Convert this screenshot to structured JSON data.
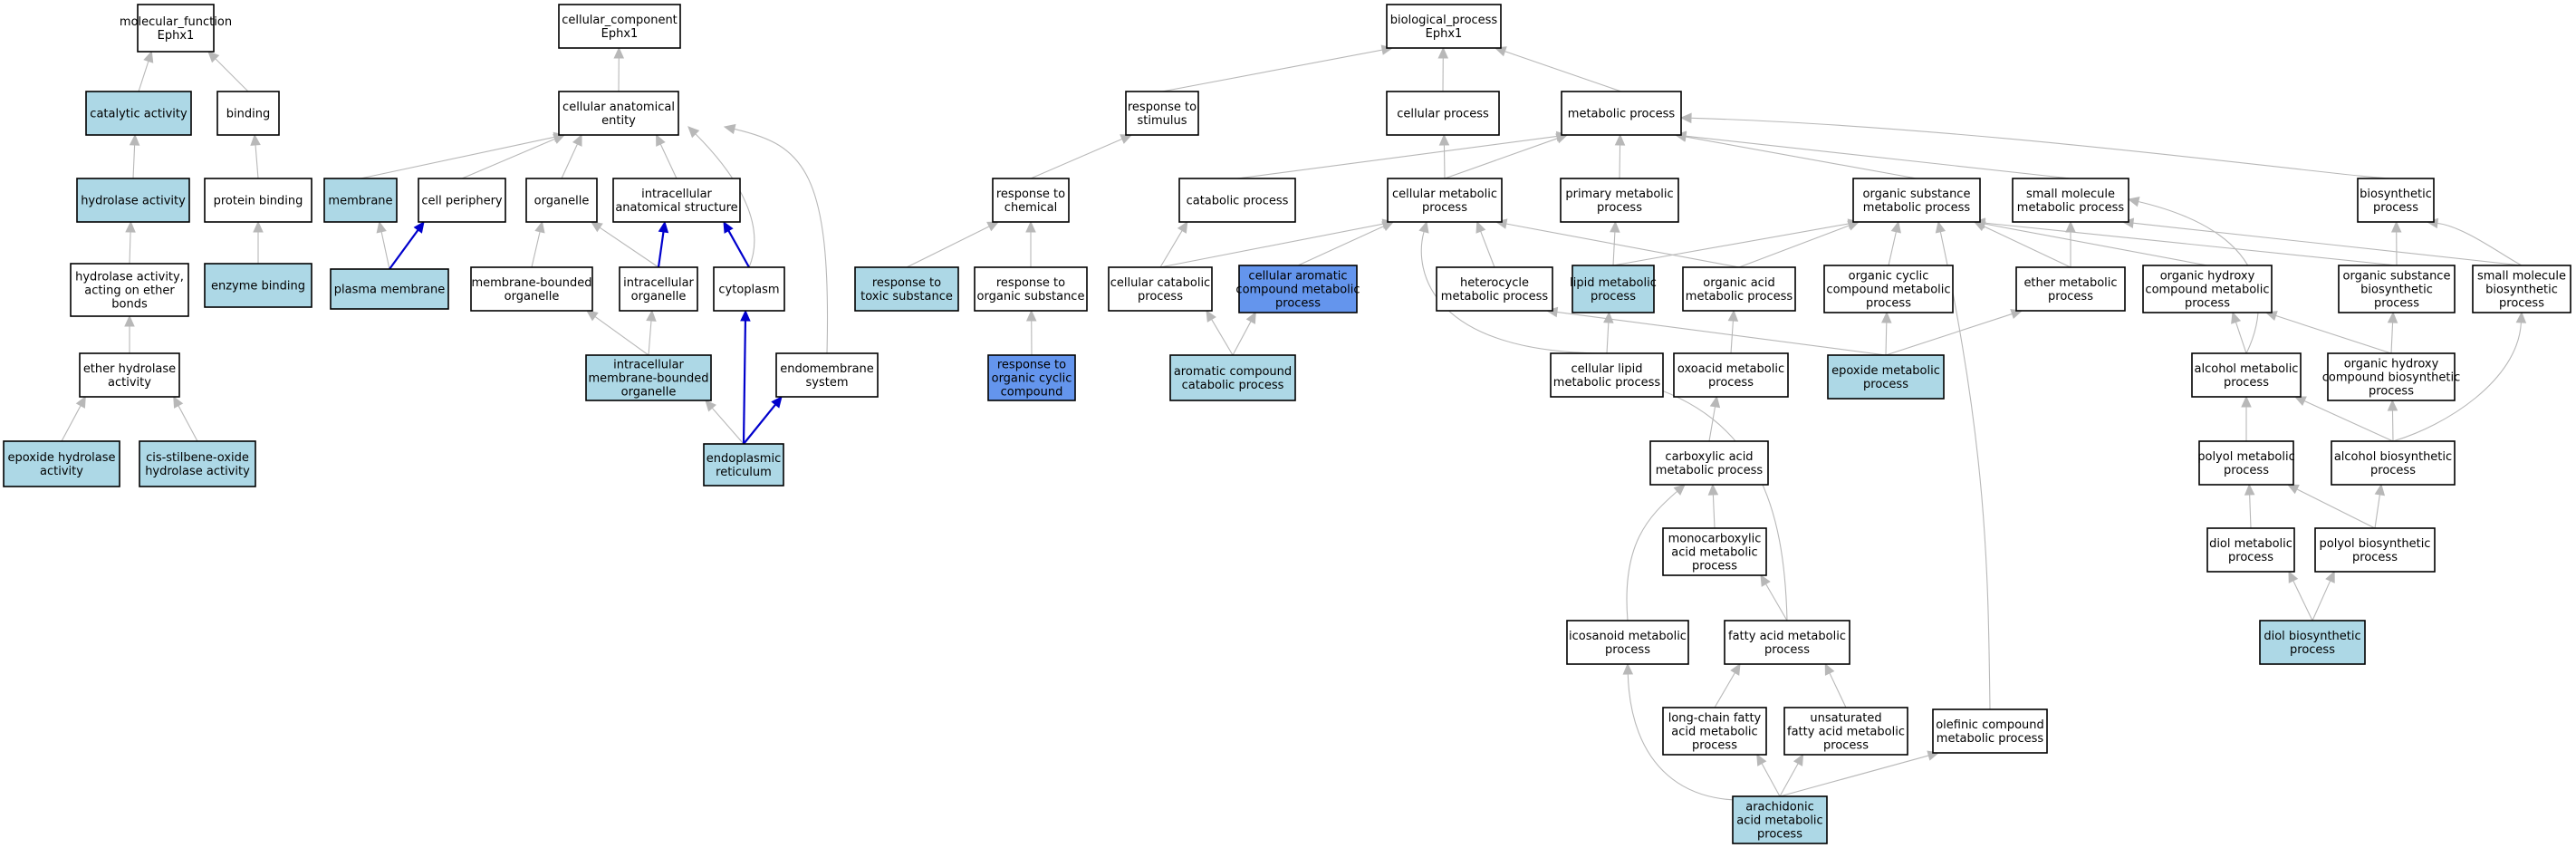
{
  "title": "",
  "colors": {
    "default": "#ffffff",
    "annotated": "#add8e6",
    "highlight": "#6495ed",
    "edge_gray": "#b8b8b8",
    "edge_blue": "#0000cc"
  },
  "nodes": [
    {
      "id": "mf",
      "lines": [
        "molecular_function",
        "Ephx1"
      ],
      "fill": "default"
    },
    {
      "id": "catalytic",
      "lines": [
        "catalytic activity"
      ],
      "fill": "annotated"
    },
    {
      "id": "binding",
      "lines": [
        "binding"
      ],
      "fill": "default"
    },
    {
      "id": "hydrolase",
      "lines": [
        "hydrolase activity"
      ],
      "fill": "annotated"
    },
    {
      "id": "protbind",
      "lines": [
        "protein binding"
      ],
      "fill": "default"
    },
    {
      "id": "hydroether",
      "lines": [
        "hydrolase activity,",
        "acting on ether",
        "bonds"
      ],
      "fill": "default"
    },
    {
      "id": "enzbind",
      "lines": [
        "enzyme binding"
      ],
      "fill": "annotated"
    },
    {
      "id": "etherhyd",
      "lines": [
        "ether hydrolase",
        "activity"
      ],
      "fill": "default"
    },
    {
      "id": "epoxhyd",
      "lines": [
        "epoxide hydrolase",
        "activity"
      ],
      "fill": "annotated"
    },
    {
      "id": "cisstil",
      "lines": [
        "cis-stilbene-oxide",
        "hydrolase activity"
      ],
      "fill": "annotated"
    },
    {
      "id": "cc",
      "lines": [
        "cellular_component",
        "Ephx1"
      ],
      "fill": "default"
    },
    {
      "id": "cae",
      "lines": [
        "cellular anatomical",
        "entity"
      ],
      "fill": "default"
    },
    {
      "id": "membrane",
      "lines": [
        "membrane"
      ],
      "fill": "annotated"
    },
    {
      "id": "cellper",
      "lines": [
        "cell periphery"
      ],
      "fill": "default"
    },
    {
      "id": "organelle",
      "lines": [
        "organelle"
      ],
      "fill": "default"
    },
    {
      "id": "ias",
      "lines": [
        "intracellular",
        "anatomical structure"
      ],
      "fill": "default"
    },
    {
      "id": "plasmamem",
      "lines": [
        "plasma membrane"
      ],
      "fill": "annotated"
    },
    {
      "id": "mbo",
      "lines": [
        "membrane-bounded",
        "organelle"
      ],
      "fill": "default"
    },
    {
      "id": "intorg",
      "lines": [
        "intracellular",
        "organelle"
      ],
      "fill": "default"
    },
    {
      "id": "cytoplasm",
      "lines": [
        "cytoplasm"
      ],
      "fill": "default"
    },
    {
      "id": "imbo",
      "lines": [
        "intracellular",
        "membrane-bounded",
        "organelle"
      ],
      "fill": "annotated"
    },
    {
      "id": "endomem",
      "lines": [
        "endomembrane",
        "system"
      ],
      "fill": "default"
    },
    {
      "id": "er",
      "lines": [
        "endoplasmic",
        "reticulum"
      ],
      "fill": "annotated"
    },
    {
      "id": "bp",
      "lines": [
        "biological_process",
        "Ephx1"
      ],
      "fill": "default"
    },
    {
      "id": "respstim",
      "lines": [
        "response to",
        "stimulus"
      ],
      "fill": "default"
    },
    {
      "id": "cellproc",
      "lines": [
        "cellular process"
      ],
      "fill": "default"
    },
    {
      "id": "metab",
      "lines": [
        "metabolic process"
      ],
      "fill": "default"
    },
    {
      "id": "respchem",
      "lines": [
        "response to",
        "chemical"
      ],
      "fill": "default"
    },
    {
      "id": "catab",
      "lines": [
        "catabolic process"
      ],
      "fill": "default"
    },
    {
      "id": "cellmetab",
      "lines": [
        "cellular metabolic",
        "process"
      ],
      "fill": "default"
    },
    {
      "id": "primmetab",
      "lines": [
        "primary metabolic",
        "process"
      ],
      "fill": "default"
    },
    {
      "id": "orgsub",
      "lines": [
        "organic substance",
        "metabolic process"
      ],
      "fill": "default"
    },
    {
      "id": "smallmol",
      "lines": [
        "small molecule",
        "metabolic process"
      ],
      "fill": "default"
    },
    {
      "id": "biosyn",
      "lines": [
        "biosynthetic",
        "process"
      ],
      "fill": "default"
    },
    {
      "id": "resptox",
      "lines": [
        "response to",
        "toxic substance"
      ],
      "fill": "annotated"
    },
    {
      "id": "resporg",
      "lines": [
        "response to",
        "organic substance"
      ],
      "fill": "default"
    },
    {
      "id": "cellcatab",
      "lines": [
        "cellular catabolic",
        "process"
      ],
      "fill": "default"
    },
    {
      "id": "cellarom",
      "lines": [
        "cellular aromatic",
        "compound metabolic",
        "process"
      ],
      "fill": "highlight"
    },
    {
      "id": "hetero",
      "lines": [
        "heterocycle",
        "metabolic process"
      ],
      "fill": "default"
    },
    {
      "id": "lipid",
      "lines": [
        "lipid metabolic",
        "process"
      ],
      "fill": "annotated"
    },
    {
      "id": "orgacid",
      "lines": [
        "organic acid",
        "metabolic process"
      ],
      "fill": "default"
    },
    {
      "id": "orgcyc",
      "lines": [
        "organic cyclic",
        "compound metabolic",
        "process"
      ],
      "fill": "default"
    },
    {
      "id": "ethermetab",
      "lines": [
        "ether metabolic",
        "process"
      ],
      "fill": "default"
    },
    {
      "id": "orghydroxy",
      "lines": [
        "organic hydroxy",
        "compound metabolic",
        "process"
      ],
      "fill": "default"
    },
    {
      "id": "orgsubbio",
      "lines": [
        "organic substance",
        "biosynthetic",
        "process"
      ],
      "fill": "default"
    },
    {
      "id": "smallmolbio",
      "lines": [
        "small molecule",
        "biosynthetic",
        "process"
      ],
      "fill": "default"
    },
    {
      "id": "resporgcyc",
      "lines": [
        "response to",
        "organic cyclic",
        "compound"
      ],
      "fill": "highlight"
    },
    {
      "id": "aromcat",
      "lines": [
        "aromatic compound",
        "catabolic process"
      ],
      "fill": "annotated"
    },
    {
      "id": "celllipid",
      "lines": [
        "cellular lipid",
        "metabolic process"
      ],
      "fill": "default"
    },
    {
      "id": "oxoacid",
      "lines": [
        "oxoacid metabolic",
        "process"
      ],
      "fill": "default"
    },
    {
      "id": "epoxide",
      "lines": [
        "epoxide metabolic",
        "process"
      ],
      "fill": "annotated"
    },
    {
      "id": "alcohol",
      "lines": [
        "alcohol metabolic",
        "process"
      ],
      "fill": "default"
    },
    {
      "id": "orghydbio",
      "lines": [
        "organic hydroxy",
        "compound biosynthetic",
        "process"
      ],
      "fill": "default"
    },
    {
      "id": "carbox",
      "lines": [
        "carboxylic acid",
        "metabolic process"
      ],
      "fill": "default"
    },
    {
      "id": "polyol",
      "lines": [
        "polyol metabolic",
        "process"
      ],
      "fill": "default"
    },
    {
      "id": "alcbio",
      "lines": [
        "alcohol biosynthetic",
        "process"
      ],
      "fill": "default"
    },
    {
      "id": "monocarb",
      "lines": [
        "monocarboxylic",
        "acid metabolic",
        "process"
      ],
      "fill": "default"
    },
    {
      "id": "diol",
      "lines": [
        "diol metabolic",
        "process"
      ],
      "fill": "default"
    },
    {
      "id": "polyolbio",
      "lines": [
        "polyol biosynthetic",
        "process"
      ],
      "fill": "default"
    },
    {
      "id": "icosanoid",
      "lines": [
        "icosanoid metabolic",
        "process"
      ],
      "fill": "default"
    },
    {
      "id": "fatty",
      "lines": [
        "fatty acid metabolic",
        "process"
      ],
      "fill": "default"
    },
    {
      "id": "diolbio",
      "lines": [
        "diol biosynthetic",
        "process"
      ],
      "fill": "annotated"
    },
    {
      "id": "longchain",
      "lines": [
        "long-chain fatty",
        "acid metabolic",
        "process"
      ],
      "fill": "default"
    },
    {
      "id": "unsat",
      "lines": [
        "unsaturated",
        "fatty acid metabolic",
        "process"
      ],
      "fill": "default"
    },
    {
      "id": "olefinic",
      "lines": [
        "olefinic compound",
        "metabolic process"
      ],
      "fill": "default"
    },
    {
      "id": "arach",
      "lines": [
        "arachidonic",
        "acid metabolic",
        "process"
      ],
      "fill": "annotated"
    }
  ],
  "edges": [
    {
      "from": "catalytic",
      "to": "mf"
    },
    {
      "from": "binding",
      "to": "mf"
    },
    {
      "from": "hydrolase",
      "to": "catalytic"
    },
    {
      "from": "protbind",
      "to": "binding"
    },
    {
      "from": "hydroether",
      "to": "hydrolase"
    },
    {
      "from": "enzbind",
      "to": "protbind"
    },
    {
      "from": "etherhyd",
      "to": "hydroether"
    },
    {
      "from": "epoxhyd",
      "to": "etherhyd"
    },
    {
      "from": "cisstil",
      "to": "etherhyd"
    },
    {
      "from": "cae",
      "to": "cc"
    },
    {
      "from": "membrane",
      "to": "cae"
    },
    {
      "from": "cellper",
      "to": "cae"
    },
    {
      "from": "organelle",
      "to": "cae"
    },
    {
      "from": "ias",
      "to": "cae"
    },
    {
      "from": "cytoplasm",
      "to": "cae"
    },
    {
      "from": "endomem",
      "to": "cae"
    },
    {
      "from": "plasmamem",
      "to": "membrane"
    },
    {
      "from": "plasmamem",
      "to": "cellper",
      "color": "blue"
    },
    {
      "from": "mbo",
      "to": "organelle"
    },
    {
      "from": "intorg",
      "to": "organelle"
    },
    {
      "from": "intorg",
      "to": "ias",
      "color": "blue"
    },
    {
      "from": "cytoplasm",
      "to": "ias",
      "color": "blue"
    },
    {
      "from": "imbo",
      "to": "mbo"
    },
    {
      "from": "imbo",
      "to": "intorg"
    },
    {
      "from": "er",
      "to": "imbo"
    },
    {
      "from": "er",
      "to": "cytoplasm",
      "color": "blue"
    },
    {
      "from": "er",
      "to": "endomem",
      "color": "blue"
    },
    {
      "from": "respstim",
      "to": "bp"
    },
    {
      "from": "cellproc",
      "to": "bp"
    },
    {
      "from": "metab",
      "to": "bp"
    },
    {
      "from": "respchem",
      "to": "respstim"
    },
    {
      "from": "catab",
      "to": "metab"
    },
    {
      "from": "cellmetab",
      "to": "cellproc"
    },
    {
      "from": "cellmetab",
      "to": "metab"
    },
    {
      "from": "primmetab",
      "to": "metab"
    },
    {
      "from": "orgsub",
      "to": "metab"
    },
    {
      "from": "smallmol",
      "to": "metab"
    },
    {
      "from": "biosyn",
      "to": "metab"
    },
    {
      "from": "resptox",
      "to": "respchem"
    },
    {
      "from": "resporg",
      "to": "respchem"
    },
    {
      "from": "resporgcyc",
      "to": "resporg"
    },
    {
      "from": "cellcatab",
      "to": "catab"
    },
    {
      "from": "cellcatab",
      "to": "cellmetab"
    },
    {
      "from": "cellarom",
      "to": "cellmetab"
    },
    {
      "from": "hetero",
      "to": "cellmetab"
    },
    {
      "from": "lipid",
      "to": "primmetab"
    },
    {
      "from": "lipid",
      "to": "orgsub"
    },
    {
      "from": "orgacid",
      "to": "orgsub"
    },
    {
      "from": "orgacid",
      "to": "cellmetab"
    },
    {
      "from": "orgcyc",
      "to": "orgsub"
    },
    {
      "from": "ethermetab",
      "to": "orgsub"
    },
    {
      "from": "ethermetab",
      "to": "smallmol"
    },
    {
      "from": "orghydroxy",
      "to": "orgsub"
    },
    {
      "from": "orgsubbio",
      "to": "orgsub"
    },
    {
      "from": "orgsubbio",
      "to": "biosyn"
    },
    {
      "from": "smallmolbio",
      "to": "smallmol"
    },
    {
      "from": "smallmolbio",
      "to": "biosyn"
    },
    {
      "from": "aromcat",
      "to": "cellcatab"
    },
    {
      "from": "aromcat",
      "to": "cellarom"
    },
    {
      "from": "celllipid",
      "to": "lipid"
    },
    {
      "from": "celllipid",
      "to": "cellmetab"
    },
    {
      "from": "oxoacid",
      "to": "orgacid"
    },
    {
      "from": "epoxide",
      "to": "hetero"
    },
    {
      "from": "epoxide",
      "to": "orgcyc"
    },
    {
      "from": "epoxide",
      "to": "ethermetab"
    },
    {
      "from": "alcohol",
      "to": "orghydroxy"
    },
    {
      "from": "alcohol",
      "to": "smallmol"
    },
    {
      "from": "orghydbio",
      "to": "orghydroxy"
    },
    {
      "from": "orghydbio",
      "to": "orgsubbio"
    },
    {
      "from": "carbox",
      "to": "oxoacid"
    },
    {
      "from": "polyol",
      "to": "alcohol"
    },
    {
      "from": "alcbio",
      "to": "alcohol"
    },
    {
      "from": "alcbio",
      "to": "orghydbio"
    },
    {
      "from": "alcbio",
      "to": "smallmolbio"
    },
    {
      "from": "monocarb",
      "to": "carbox"
    },
    {
      "from": "diol",
      "to": "polyol"
    },
    {
      "from": "polyolbio",
      "to": "polyol"
    },
    {
      "from": "polyolbio",
      "to": "alcbio"
    },
    {
      "from": "icosanoid",
      "to": "carbox"
    },
    {
      "from": "fatty",
      "to": "monocarb"
    },
    {
      "from": "fatty",
      "to": "celllipid"
    },
    {
      "from": "diolbio",
      "to": "diol"
    },
    {
      "from": "diolbio",
      "to": "polyolbio"
    },
    {
      "from": "longchain",
      "to": "fatty"
    },
    {
      "from": "unsat",
      "to": "fatty"
    },
    {
      "from": "olefinic",
      "to": "orgsub"
    },
    {
      "from": "arach",
      "to": "icosanoid"
    },
    {
      "from": "arach",
      "to": "longchain"
    },
    {
      "from": "arach",
      "to": "unsat"
    },
    {
      "from": "arach",
      "to": "olefinic"
    }
  ]
}
